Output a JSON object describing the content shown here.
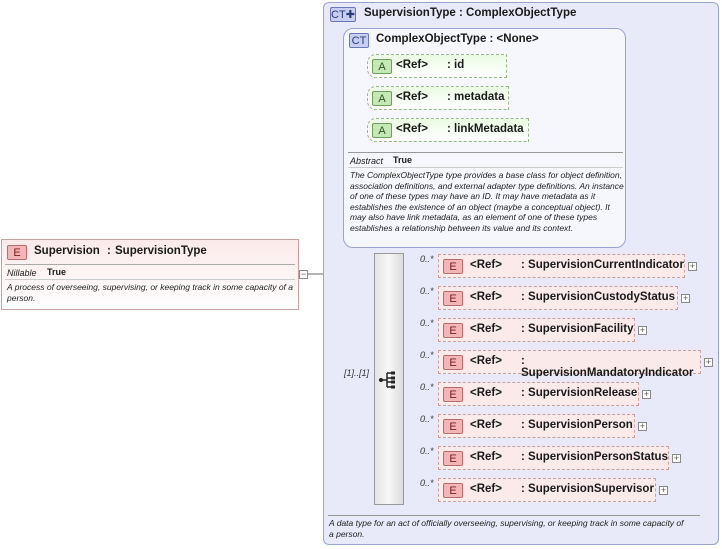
{
  "root_element": {
    "badge": "E",
    "name": "Supervision",
    "sep": ":",
    "type": "SupervisionType",
    "nillable_label": "Nillable",
    "nillable_value": "True",
    "description": "A process of overseeing, supervising, or keeping track in some capacity of a person."
  },
  "outer_type": {
    "badge": "CT",
    "title": "SupervisionType : ComplexObjectType",
    "description": "A data type for an act of officially overseeing, supervising, or keeping track in some capacity of a person."
  },
  "inner_type": {
    "badge": "CT",
    "title": "ComplexObjectType : <None>",
    "attributes": [
      {
        "badge": "A",
        "ref": "<Ref>",
        "name": ": id"
      },
      {
        "badge": "A",
        "ref": "<Ref>",
        "name": ": metadata"
      },
      {
        "badge": "A",
        "ref": "<Ref>",
        "name": ": linkMetadata"
      }
    ],
    "abstract_label": "Abstract",
    "abstract_value": "True",
    "description": "The ComplexObjectType type provides a base class for object definition, association definitions, and external adapter type definitions. An instance of one of these types may have an ID. It may have metadata as it establishes the existence of an object (maybe a conceptual object). It may also have link metadata, as an element of one of these types establishes a relationship between its value and its context."
  },
  "sequence": {
    "cardinality": "[1]..[1]",
    "elements": [
      {
        "card": "0..*",
        "badge": "E",
        "ref": "<Ref>",
        "name": ": SupervisionCurrentIndicator"
      },
      {
        "card": "0..*",
        "badge": "E",
        "ref": "<Ref>",
        "name": ": SupervisionCustodyStatus"
      },
      {
        "card": "0..*",
        "badge": "E",
        "ref": "<Ref>",
        "name": ": SupervisionFacility"
      },
      {
        "card": "0..*",
        "badge": "E",
        "ref": "<Ref>",
        "name": ": SupervisionMandatoryIndicator"
      },
      {
        "card": "0..*",
        "badge": "E",
        "ref": "<Ref>",
        "name": ": SupervisionRelease"
      },
      {
        "card": "0..*",
        "badge": "E",
        "ref": "<Ref>",
        "name": ": SupervisionPerson"
      },
      {
        "card": "0..*",
        "badge": "E",
        "ref": "<Ref>",
        "name": ": SupervisionPersonStatus"
      },
      {
        "card": "0..*",
        "badge": "E",
        "ref": "<Ref>",
        "name": ": SupervisionSupervisor"
      }
    ]
  }
}
